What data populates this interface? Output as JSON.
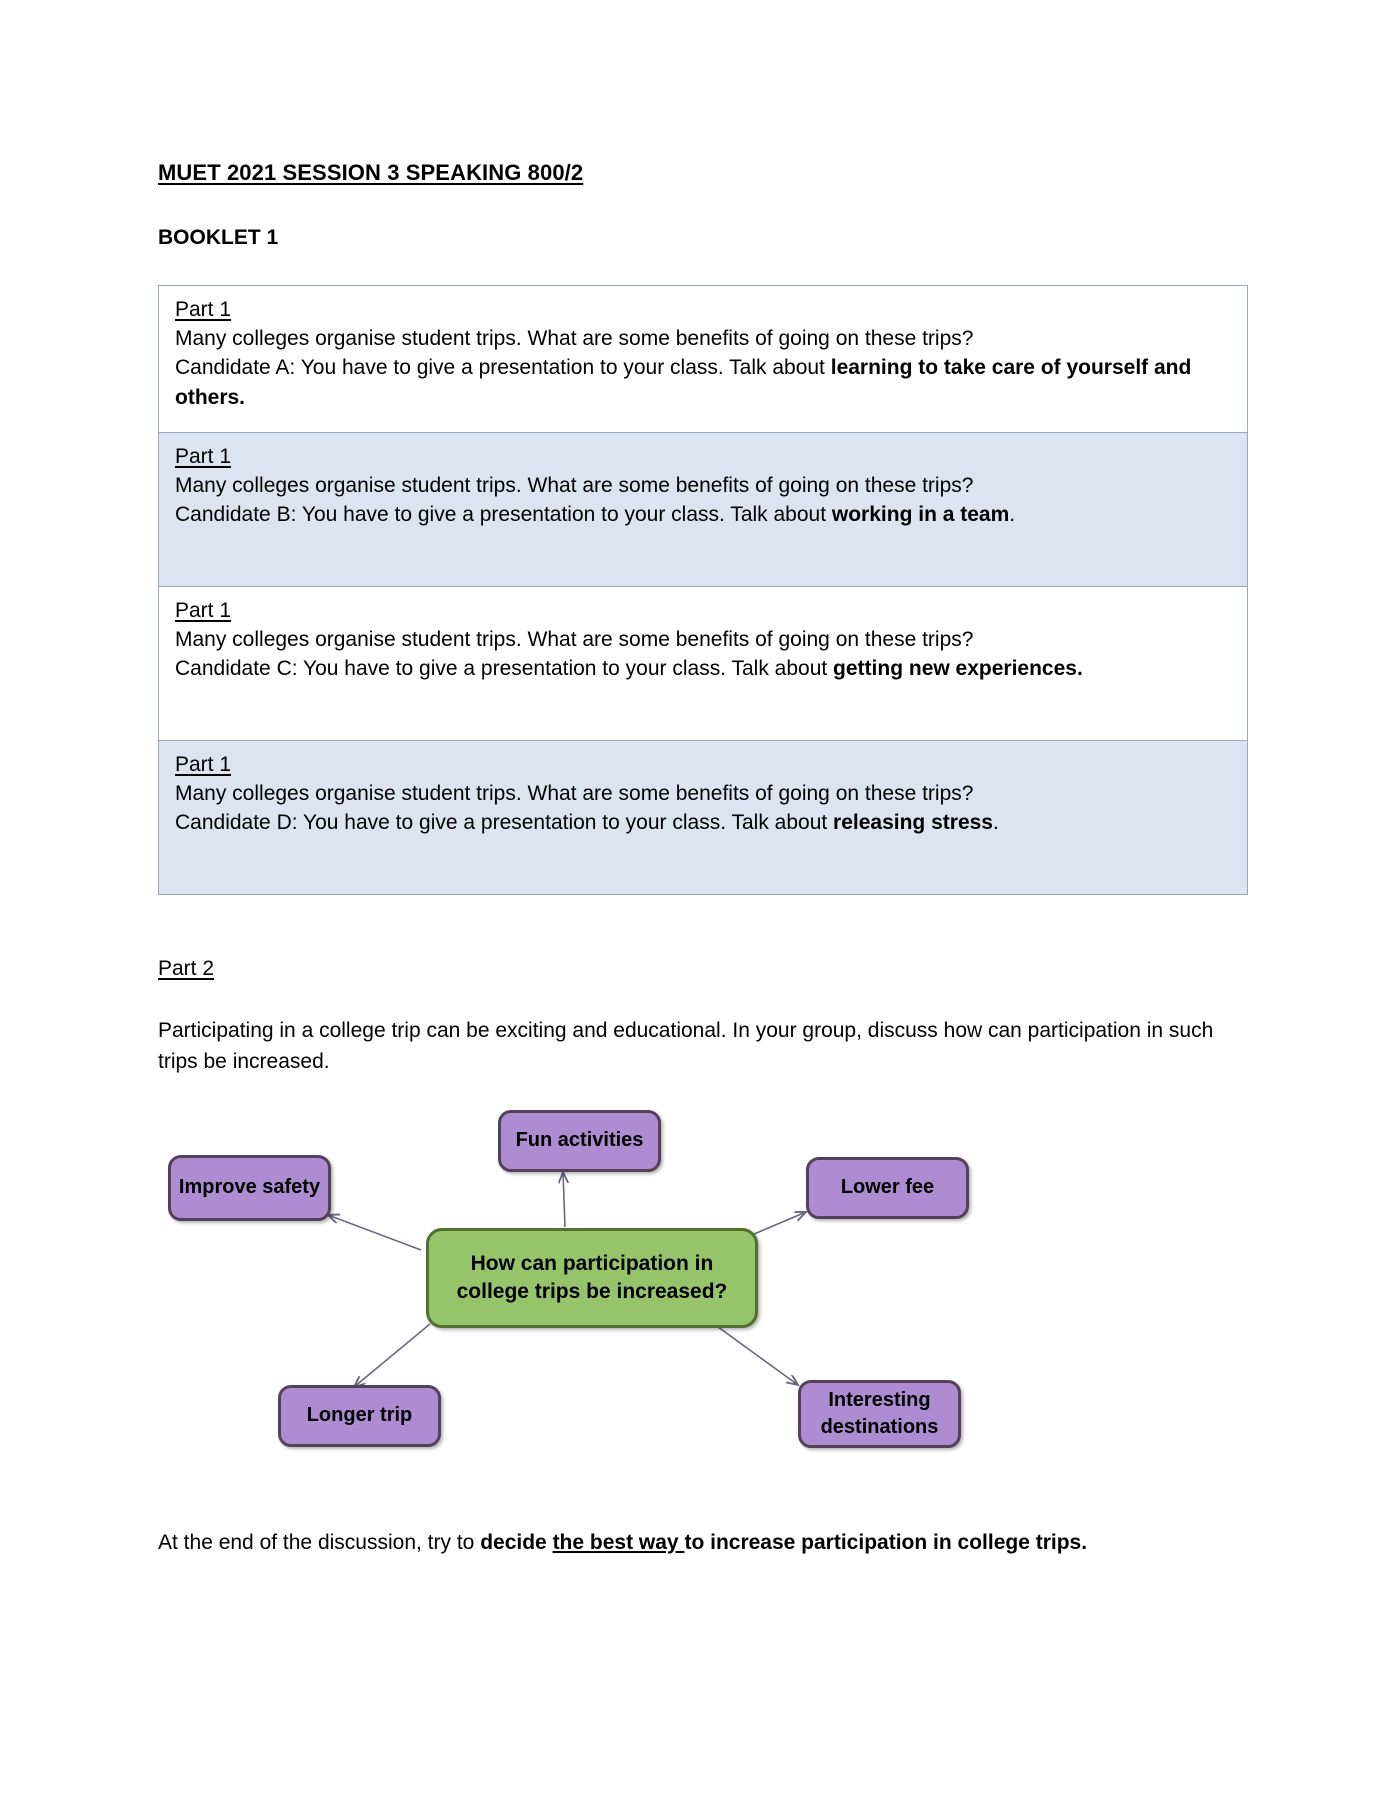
{
  "document": {
    "title": "MUET 2021 SESSION 3 SPEAKING 800/2",
    "booklet": "BOOKLET 1"
  },
  "part1": {
    "label": "Part 1",
    "common_question": "Many colleges organise student trips. What are some benefits of going on these trips?",
    "rows": [
      {
        "part_label": "Part 1",
        "question": "Many colleges organise student trips. What are some benefits of going on these trips?",
        "instruction_prefix": "Candidate A: You have to give a presentation to your class. Talk about ",
        "topic": "learning to take care of yourself and others.",
        "topic_trailing": "",
        "shaded": false
      },
      {
        "part_label": "Part 1",
        "question": "Many colleges organise student trips. What are some benefits of going on these trips?",
        "instruction_prefix": "Candidate B: You have to give a presentation to your class. Talk about ",
        "topic": "working in a team",
        "topic_trailing": ".",
        "shaded": true
      },
      {
        "part_label": "Part 1",
        "question": "Many colleges organise student trips. What are some benefits of going on these trips?",
        "instruction_prefix": "Candidate C: You have to give a presentation to your class. Talk about ",
        "topic": "getting new experiences.",
        "topic_trailing": "",
        "shaded": false
      },
      {
        "part_label": "Part 1",
        "question": "Many colleges organise student trips. What are some benefits of going on these trips?",
        "instruction_prefix": "Candidate D: You have to give a presentation to your class. Talk about ",
        "topic": "releasing stress",
        "topic_trailing": ".",
        "shaded": true
      }
    ]
  },
  "part2": {
    "label": "Part 2",
    "intro": "Participating in a college trip can be exciting and educational. In your group, discuss how can participation in such trips be increased.",
    "diagram": {
      "center": "How can participation in college trips be increased?",
      "center_line1": "How can participation in",
      "center_line2": "college trips be increased?",
      "branches": [
        {
          "label": "Fun activities",
          "position": "top"
        },
        {
          "label": "Improve safety",
          "position": "left-upper"
        },
        {
          "label": "Lower fee",
          "position": "right-upper"
        },
        {
          "label": "Longer trip",
          "position": "left-lower"
        },
        {
          "label": "Interesting destinations",
          "position": "right-lower"
        }
      ],
      "colors": {
        "center_fill": "#95c46a",
        "center_border": "#536e30",
        "branch_fill": "#ad8cd1",
        "branch_border": "#544159",
        "connector": "#6b6580"
      }
    },
    "closing": {
      "prefix": "At the end of the discussion, try to ",
      "bold_start": "decide ",
      "underlined": "the best way ",
      "bold_end": "to increase participation in college trips."
    }
  },
  "page_colors": {
    "shaded_row": "#dde3f1",
    "table_border": "#9aa8bd",
    "background": "#ffffff"
  }
}
